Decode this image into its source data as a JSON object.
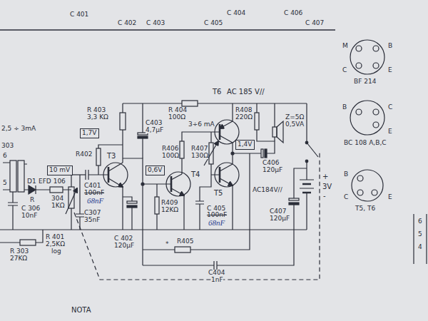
{
  "diagram": {
    "nodes": [
      {
        "text": [
          "1,7V"
        ]
      },
      {
        "text": [
          "10 mV"
        ]
      },
      {
        "text": [
          "0,6V"
        ]
      },
      {
        "text": [
          "1,4V"
        ]
      }
    ],
    "labels": [
      "C 401",
      "C 402",
      "C 403",
      "C 404",
      "C 405",
      "C 406",
      "C 407",
      "T6",
      "AC 185 V//",
      "R 403",
      "3,3 KΩ",
      "R 404",
      "100Ω",
      "3÷6 mA",
      "R408",
      "220Ω",
      "Z=5Ω",
      "0,5VA",
      "2,5 ÷ 3mA",
      "D1",
      "EFD 106",
      "303",
      "6",
      "5",
      "R",
      "R402",
      "T3",
      "C403",
      "4,7μF",
      "R406",
      "100Ω",
      "R407",
      "130Ω",
      "C406",
      "120μF",
      "C401",
      "100nF",
      "68nF",
      "304",
      "1KΩ",
      "C 306",
      "10nF",
      "C307",
      "35nF",
      "T4",
      "R409",
      "12KΩ",
      "C 405",
      "100nF",
      "68nF",
      "T5",
      "AC184V//",
      "C407",
      "120μF",
      "3V",
      "+",
      "-",
      "R 401",
      "2,5KΩ",
      "log",
      "C 402",
      "120μF",
      "*",
      "R405",
      "C404",
      "1nF",
      "R 303",
      "27KΩ",
      "M",
      "B",
      "C",
      "E",
      "BF 214",
      "B",
      "C",
      "E",
      "BC 108 A,B,C",
      "B",
      "C",
      "E",
      "T5, T6",
      "6",
      "5",
      "4",
      "NOTA"
    ]
  }
}
